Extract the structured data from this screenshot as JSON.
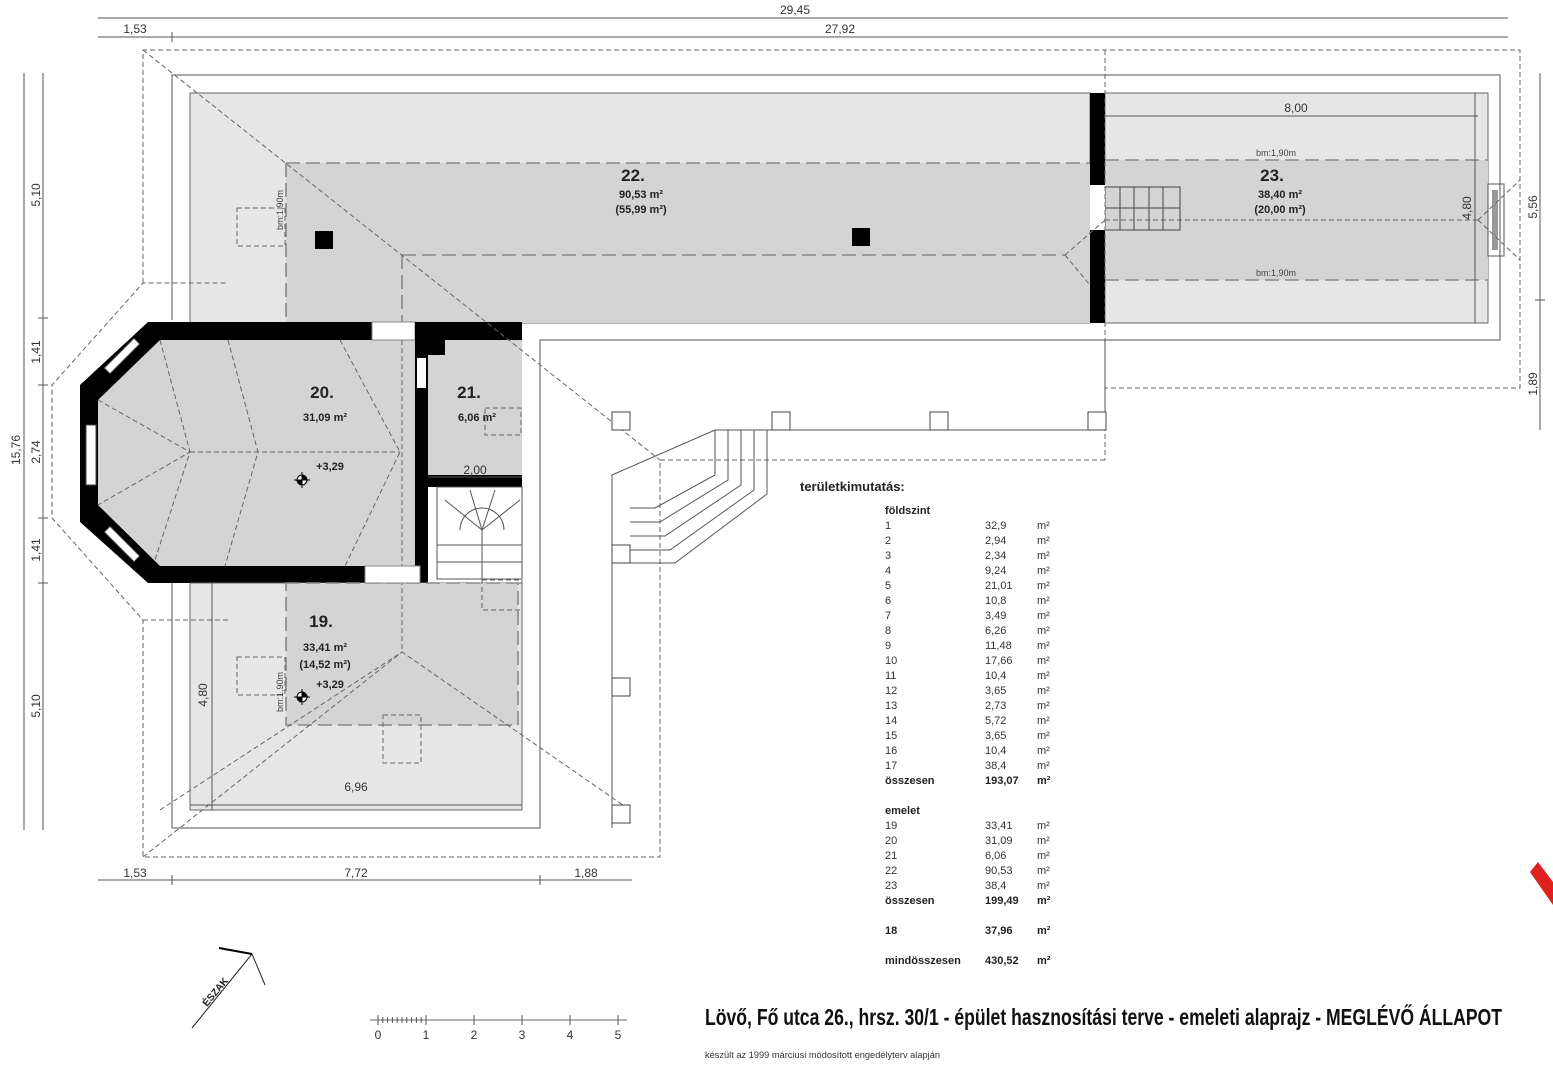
{
  "title": "Lövő, Fő utca 26., hrsz. 30/1 - épület hasznosítási terve - emeleti alaprajz - MEGLÉVŐ ÁLLAPOT",
  "subtitle": "készült az 1999 márciusi módosított engedélyterv alapján",
  "north_label": "ÉSZAK",
  "scale_bar": {
    "labels": [
      "0",
      "1",
      "2",
      "3",
      "4",
      "5"
    ]
  },
  "dimensions": {
    "top_total": "29,45",
    "top_left": "1,53",
    "top_main": "27,92",
    "left_total": "15,76",
    "left_1": "5,10",
    "left_2": "1,41",
    "left_3": "2,74",
    "left_4": "1,41",
    "left_5": "5,10",
    "right_1": "5,56",
    "right_2": "1,89",
    "bottom_1": "1,53",
    "bottom_2": "7,72",
    "bottom_3": "1,88",
    "room23_width": "8,00",
    "room23_depth": "4,80",
    "room21_width": "2,00",
    "room19_depth": "4,80",
    "room19_width": "6,96"
  },
  "rooms": [
    {
      "number": "22.",
      "area": "90,53 m²",
      "net_area": "(55,99 m²)"
    },
    {
      "number": "23.",
      "area": "38,40 m²",
      "net_area": "(20,00 m²)"
    },
    {
      "number": "20.",
      "area": "31,09 m²",
      "level": "+3,29"
    },
    {
      "number": "21.",
      "area": "6,06 m²"
    },
    {
      "number": "19.",
      "area": "33,41 m²",
      "net_area": "(14,52 m²)",
      "level": "+3,29"
    }
  ],
  "headroom_label": "bm:1,90m",
  "area_table": {
    "title": "területkimutatás:",
    "unit": "m²",
    "groundfloor": {
      "label": "földszint",
      "rows": [
        [
          "1",
          "32,9"
        ],
        [
          "2",
          "2,94"
        ],
        [
          "3",
          "2,34"
        ],
        [
          "4",
          "9,24"
        ],
        [
          "5",
          "21,01"
        ],
        [
          "6",
          "10,8"
        ],
        [
          "7",
          "3,49"
        ],
        [
          "8",
          "6,26"
        ],
        [
          "9",
          "11,48"
        ],
        [
          "10",
          "17,66"
        ],
        [
          "11",
          "10,4"
        ],
        [
          "12",
          "3,65"
        ],
        [
          "13",
          "2,73"
        ],
        [
          "14",
          "5,72"
        ],
        [
          "15",
          "3,65"
        ],
        [
          "16",
          "10,4"
        ],
        [
          "17",
          "38,4"
        ]
      ],
      "total_label": "összesen",
      "total": "193,07"
    },
    "upper": {
      "label": "emelet",
      "rows": [
        [
          "19",
          "33,41"
        ],
        [
          "20",
          "31,09"
        ],
        [
          "21",
          "6,06"
        ],
        [
          "22",
          "90,53"
        ],
        [
          "23",
          "38,4"
        ]
      ],
      "total_label": "összesen",
      "total": "199,49"
    },
    "extra": {
      "label": "18",
      "value": "37,96"
    },
    "grand_total_label": "mindösszesen",
    "grand_total": "430,52"
  },
  "colors": {
    "room_light": "#e6e6e6",
    "room_dark": "#d4d4d4",
    "wall": "#000000",
    "logo": "#e0201c"
  }
}
